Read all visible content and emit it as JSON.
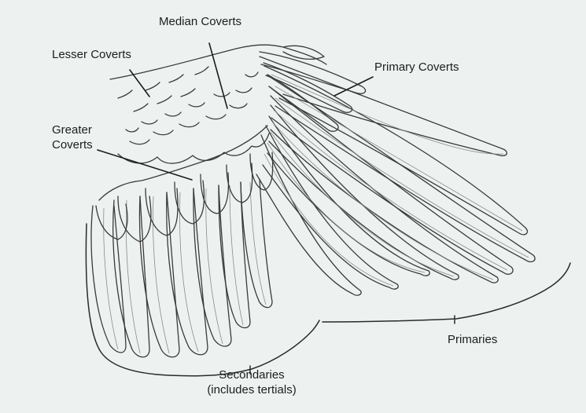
{
  "labels": {
    "median_coverts": "Median Coverts",
    "lesser_coverts": "Lesser Coverts",
    "primary_coverts": "Primary Coverts",
    "greater_coverts_line1": "Greater",
    "greater_coverts_line2": "Coverts",
    "primaries": "Primaries",
    "secondaries_line1": "Secondaries",
    "secondaries_line2": "(includes tertials)"
  },
  "colors": {
    "background": "#edf2f0",
    "ink": "#3a3a3a"
  }
}
